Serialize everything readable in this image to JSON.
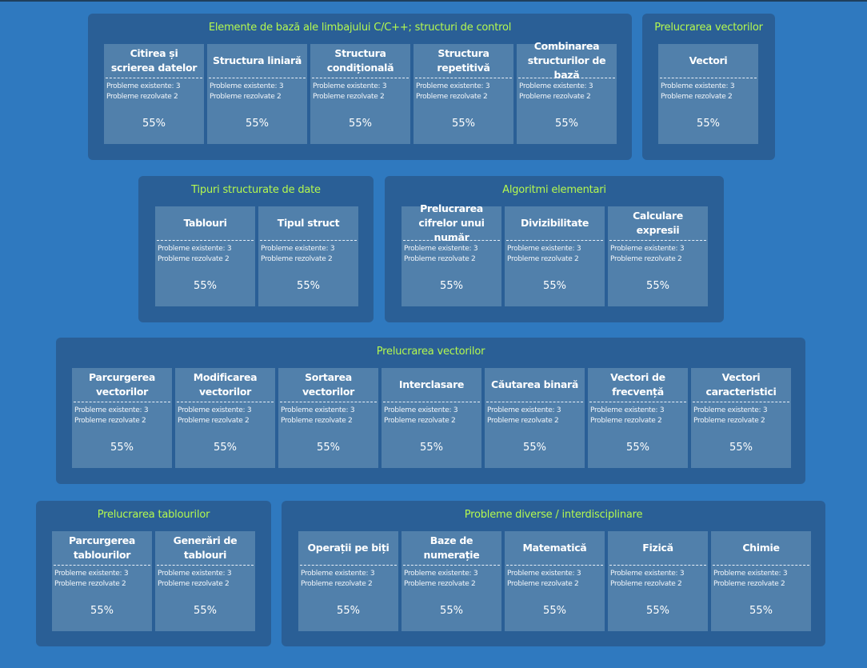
{
  "labels": {
    "existing_prefix": "Probleme existente: ",
    "solved_prefix": "Probleme rezolvate "
  },
  "groups": [
    {
      "title": "Elemente de bază ale limbajului C/C++; structuri de control",
      "cards": [
        {
          "title": "Citirea și scrierea datelor",
          "existing": 3,
          "solved": 2,
          "percent": "55%"
        },
        {
          "title": "Structura liniară",
          "existing": 3,
          "solved": 2,
          "percent": "55%"
        },
        {
          "title": "Structura condițională",
          "existing": 3,
          "solved": 2,
          "percent": "55%"
        },
        {
          "title": "Structura repetitivă",
          "existing": 3,
          "solved": 2,
          "percent": "55%"
        },
        {
          "title": "Combinarea structurilor de bază",
          "existing": 3,
          "solved": 2,
          "percent": "55%"
        }
      ]
    },
    {
      "title": "Prelucrarea vectorilor",
      "cards": [
        {
          "title": "Vectori",
          "existing": 3,
          "solved": 2,
          "percent": "55%"
        }
      ]
    },
    {
      "title": "Tipuri structurate de date",
      "cards": [
        {
          "title": "Tablouri",
          "existing": 3,
          "solved": 2,
          "percent": "55%"
        },
        {
          "title": "Tipul struct",
          "existing": 3,
          "solved": 2,
          "percent": "55%"
        }
      ]
    },
    {
      "title": "Algoritmi elementari",
      "cards": [
        {
          "title": "Prelucrarea cifrelor unui număr",
          "existing": 3,
          "solved": 2,
          "percent": "55%"
        },
        {
          "title": "Divizibilitate",
          "existing": 3,
          "solved": 2,
          "percent": "55%"
        },
        {
          "title": "Calculare expresii",
          "existing": 3,
          "solved": 2,
          "percent": "55%"
        }
      ]
    },
    {
      "title": "Prelucrarea vectorilor",
      "cards": [
        {
          "title": "Parcurgerea vectorilor",
          "existing": 3,
          "solved": 2,
          "percent": "55%"
        },
        {
          "title": "Modificarea vectorilor",
          "existing": 3,
          "solved": 2,
          "percent": "55%"
        },
        {
          "title": "Sortarea vectorilor",
          "existing": 3,
          "solved": 2,
          "percent": "55%"
        },
        {
          "title": "Interclasare",
          "existing": 3,
          "solved": 2,
          "percent": "55%"
        },
        {
          "title": "Căutarea binară",
          "existing": 3,
          "solved": 2,
          "percent": "55%"
        },
        {
          "title": "Vectori de frecvență",
          "existing": 3,
          "solved": 2,
          "percent": "55%"
        },
        {
          "title": "Vectori caracteristici",
          "existing": 3,
          "solved": 2,
          "percent": "55%"
        }
      ]
    },
    {
      "title": "Prelucrarea tablourilor",
      "cards": [
        {
          "title": "Parcurgerea tablourilor",
          "existing": 3,
          "solved": 2,
          "percent": "55%"
        },
        {
          "title": "Generări de tablouri",
          "existing": 3,
          "solved": 2,
          "percent": "55%"
        }
      ]
    },
    {
      "title": "Probleme diverse / interdisciplinare",
      "cards": [
        {
          "title": "Operații pe biți",
          "existing": 3,
          "solved": 2,
          "percent": "55%"
        },
        {
          "title": "Baze de numerație",
          "existing": 3,
          "solved": 2,
          "percent": "55%"
        },
        {
          "title": "Matematică",
          "existing": 3,
          "solved": 2,
          "percent": "55%"
        },
        {
          "title": "Fizică",
          "existing": 3,
          "solved": 2,
          "percent": "55%"
        },
        {
          "title": "Chimie",
          "existing": 3,
          "solved": 2,
          "percent": "55%"
        }
      ]
    }
  ]
}
